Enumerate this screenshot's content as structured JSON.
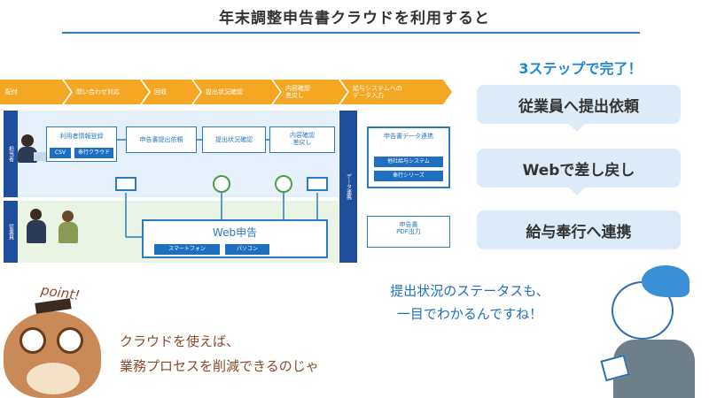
{
  "title": "年末調整申告書クラウドを利用すると",
  "flow_steps": [
    "配付",
    "問い合わせ対応",
    "回収",
    "提出状況確認",
    "内容確認\n差戻し",
    "給与システムへの\nデータ入力"
  ],
  "lanes": {
    "top": "担当者",
    "bottom": "従業員"
  },
  "side_bar": "データ連携",
  "diagram_boxes": {
    "user_reg": "利用者情報登録",
    "csv": "CSV",
    "bugyo_cloud": "奉行クラウド",
    "submit_request": "申告書提出依頼",
    "status_check": "提出状況確認",
    "content_check": "内容確認\n差戻し",
    "data_link": "申告書データ連携",
    "other_system": "他社給与システム",
    "bugyo_series": "奉行シリーズ",
    "web_return": "Web申告",
    "smartphone": "スマートフォン",
    "pc": "パソコン",
    "pdf_output": "申告書\nPDF出力"
  },
  "three_steps_heading": "3ステップで完了！",
  "cards": [
    "従業員へ提出依頼",
    "Webで差し戻し",
    "給与奉行へ連携"
  ],
  "girl_speech": [
    "提出状況のステータスも、",
    "一目でわかるんですね！"
  ],
  "owl_point": "point!",
  "owl_speech": [
    "クラウドを使えば、",
    "業務プロセスを削減できるのじゃ"
  ],
  "colors": {
    "accent_blue": "#1e88d6",
    "flow_orange": "#f5a623",
    "navy": "#1f4e9c",
    "card_bg": "#dcebf7",
    "owl_text": "#8a4a2a"
  }
}
